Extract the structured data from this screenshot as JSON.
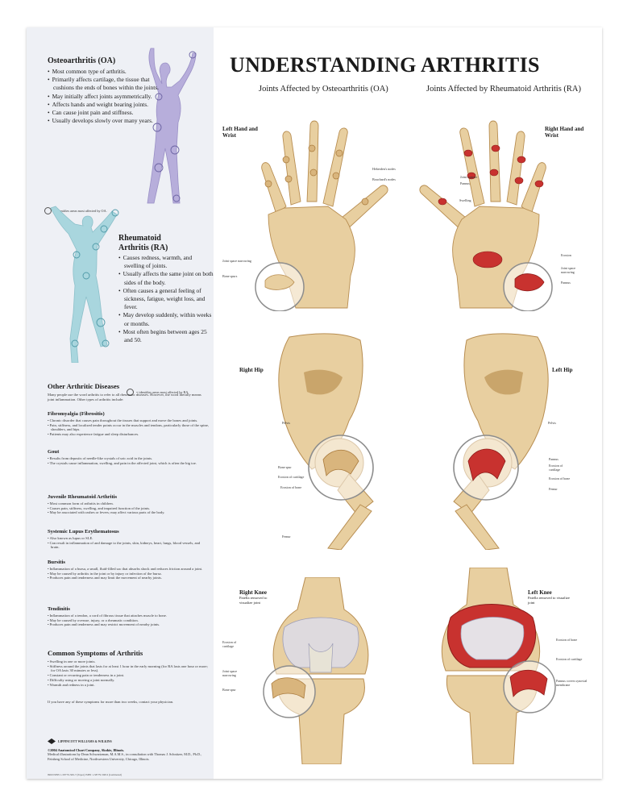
{
  "title": "UNDERSTANDING ARTHRITIS",
  "sidebar": {
    "oa": {
      "heading": "Osteoarthritis (OA)",
      "items": [
        "Most common type of arthritis.",
        "Primarily affects cartilage, the tissue that cushions the ends of bones within the joints.",
        "May initially affect joints asymmetrically.",
        "Affects hands and weight bearing joints.",
        "Can cause joint pain and stiffness.",
        "Usually develops slowly over many years."
      ],
      "key": "= identifies areas most affected by OA."
    },
    "ra": {
      "heading": "Rheumatoid Arthritis (RA)",
      "items": [
        "Causes redness, warmth, and swelling of joints.",
        "Usually affects the same joint on both sides of the body.",
        "Often causes a general feeling of sickness, fatigue, weight loss, and fever.",
        "May develop suddenly, within weeks or months.",
        "Most often begins between ages 25 and 50."
      ],
      "key": "= identifies areas most affected by RA."
    },
    "other": {
      "heading": "Other Arthritic Diseases",
      "intro": "Many people use the word arthritis to refer to all rheumatic diseases. However, the word literally means joint inflammation. Other types of arthritis include:",
      "fibro": {
        "title": "Fibromyalgia (Fibrositis)",
        "items": [
          "Chronic disorder that causes pain throughout the tissues that support and move the bones and joints.",
          "Pain, stiffness, and localized tender points occur in the muscles and tendons, particularly those of the spine, shoulders, and hips.",
          "Patients may also experience fatigue and sleep disturbances."
        ]
      },
      "gout": {
        "title": "Gout",
        "items": [
          "Results from deposits of needle-like crystals of uric acid in the joints.",
          "The crystals cause inflammation, swelling, and pain in the affected joint, which is often the big toe."
        ]
      },
      "jra": {
        "title": "Juvenile Rheumatoid Arthritis",
        "items": [
          "Most common form of arthritis in children.",
          "Causes pain, stiffness, swelling, and impaired function of the joints.",
          "May be associated with rashes or fevers; may affect various parts of the body."
        ]
      },
      "sle": {
        "title": "Systemic Lupus Erythematosus",
        "items": [
          "Also known as lupus or SLE.",
          "Can result in inflammation of and damage to the joints, skin, kidneys, heart, lungs, blood vessels, and brain."
        ]
      },
      "bursitis": {
        "title": "Bursitis",
        "items": [
          "Inflammation of a bursa, a small, fluid-filled sac that absorbs shock and reduces friction around a joint.",
          "May be caused by arthritis in the joint or by injury or infection of the bursa.",
          "Produces pain and tenderness and may limit the movement of nearby joints."
        ]
      },
      "tendinitis": {
        "title": "Tendinitis",
        "items": [
          "Inflammation of a tendon, a cord of fibrous tissue that attaches muscle to bone.",
          "May be caused by overuse, injury, or a rheumatic condition.",
          "Produces pain and tenderness and may restrict movement of nearby joints."
        ]
      }
    },
    "symptoms": {
      "heading": "Common Symptoms of Arthritis",
      "items": [
        "Swelling in one or more joints.",
        "Stiffness around the joints that lasts for at least 1 hour in the early morning (for RA lasts one hour or more; for OA lasts 30 minutes or less).",
        "Constant or recurring pain or tenderness in a joint.",
        "Difficulty using or moving a joint normally.",
        "Warmth and redness in a joint."
      ],
      "footer": "If you have any of these symptoms for more than two weeks, contact your physician."
    },
    "publisher": "LIPPINCOTT WILLIAMS & WILKINS",
    "copyright": "©2004 Anatomical Chart Company, Skokie, Illinois.",
    "credit": "Medical illustrations by Dean Schwartzman, M.A.M.S., in consultation with Thomas J. Schnitzer, M.D., Ph.D., Feinberg School of Medicine, Northwestern University, Chicago, Illinois.",
    "isbn": "9960   ISBN 1-58779-569-7 (Paper)   ISBN 1-58779-568-9 (Laminated)"
  },
  "columns": {
    "oa": "Joints Affected by Osteoarthritis (OA)",
    "ra": "Joints Affected by Rheumatoid Arthritis (RA)"
  },
  "labels": {
    "left_hand": "Left Hand and Wrist",
    "right_hand": "Right Hand and Wrist",
    "right_hip": "Right Hip",
    "left_hip": "Left Hip",
    "right_knee": "Right Knee",
    "right_knee_sub": "Patella removed to visualize joint",
    "left_knee": "Left Knee",
    "left_knee_sub": "Patella removed to visualize joint"
  },
  "annotations": {
    "heberdens": "Heberden's nodes",
    "bouchards": "Bouchard's nodes",
    "joint_space_narrowing": "Joint space narrowing",
    "bone_spurs": "Bone spurs",
    "joint_capsule": "Joint capsule",
    "pannus": "Pannus",
    "swelling": "Swelling",
    "erosion": "Erosion",
    "pelvis": "Pelvis",
    "bone_spur": "Bone spur",
    "erosion_cartilage": "Erosion of cartilage",
    "erosion_bone": "Erosion of bone",
    "femur": "Femur",
    "bone_erosion": "Erosion of bone",
    "pannus_synovial": "Pannus covers synovial membrane"
  },
  "colors": {
    "bone": "#e8cfa0",
    "bone_shade": "#c9a56b",
    "inflamed": "#c8322f",
    "figure_oa": "#b7aedb",
    "figure_ra": "#a9d6de",
    "sidebar_bg": "#eef0f5"
  }
}
